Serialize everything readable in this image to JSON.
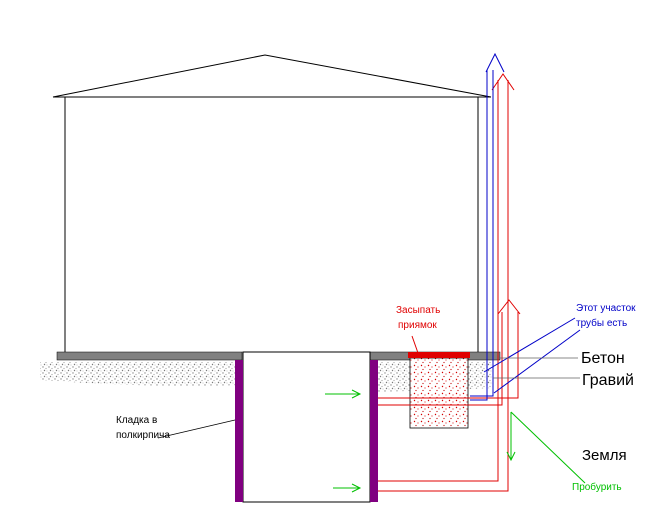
{
  "labels": {
    "fill_pit": [
      "Засыпать",
      "приямок"
    ],
    "existing_pipe": [
      "Этот участок",
      "трубы есть"
    ],
    "concrete": "Бетон",
    "gravel": "Гравий",
    "masonry": [
      "Кладка в",
      "полкирпича"
    ],
    "earth": "Земля",
    "drill": "Пробурить"
  },
  "colors": {
    "outline": "#000000",
    "slab": "#808080",
    "wall": "#800080",
    "red_pipe": "#e00000",
    "blue_pipe": "#0000c8",
    "green_line": "#00c000",
    "gravel": "#9a9a9a",
    "red_speckle": "#d40000"
  }
}
